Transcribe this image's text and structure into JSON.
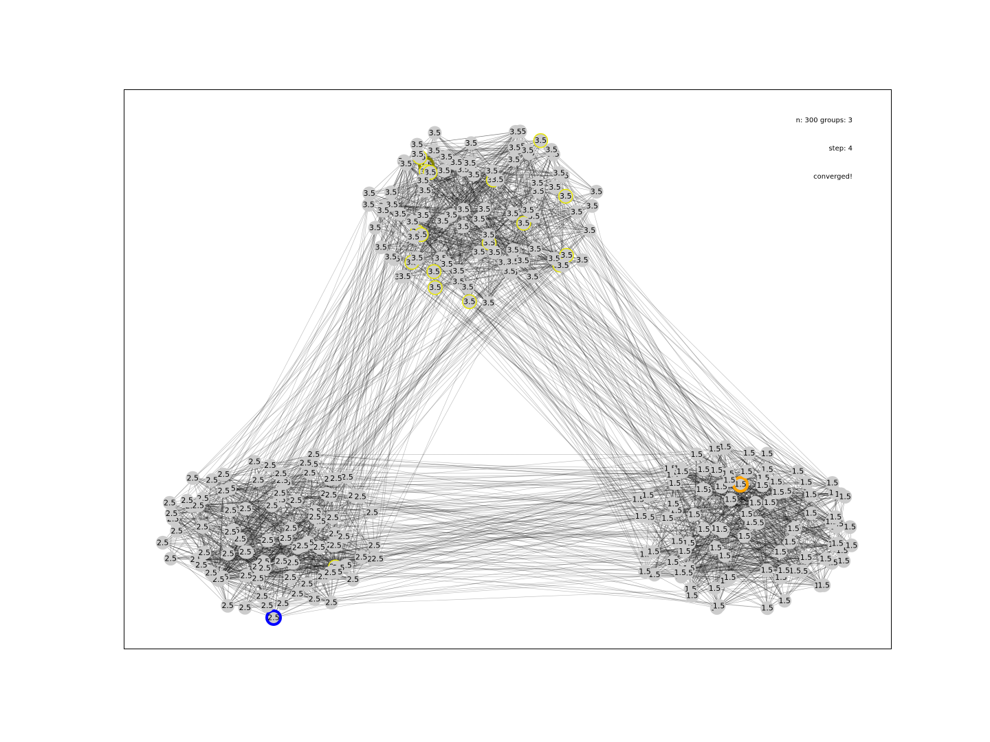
{
  "info": {
    "counts_text": "n: 300   groups: 3",
    "step_text": "step: 4",
    "status_text": "converged!"
  },
  "network": {
    "node_count": 300,
    "groups": [
      {
        "id": "top",
        "label": "3.5",
        "node_count": 100,
        "highlighted_nodes": 16
      },
      {
        "id": "bottom-left",
        "label": "2.5",
        "node_count": 100,
        "highlighted_nodes": 1
      },
      {
        "id": "bottom-right",
        "label": "1.5",
        "node_count": 100,
        "highlighted_nodes": 0
      }
    ],
    "special_nodes": [
      {
        "group": "top",
        "label": "3.5",
        "ring_color": "#808000"
      },
      {
        "group": "bottom-left",
        "label": "2.5",
        "ring_color": "#0000ff"
      },
      {
        "group": "bottom-right",
        "label": "1.5",
        "ring_color": "#ffa500"
      }
    ]
  },
  "colors": {
    "node_fill": "#cccccc",
    "edge": "#000000",
    "highlight_ring": "#e6e600",
    "frame": "#000000"
  }
}
